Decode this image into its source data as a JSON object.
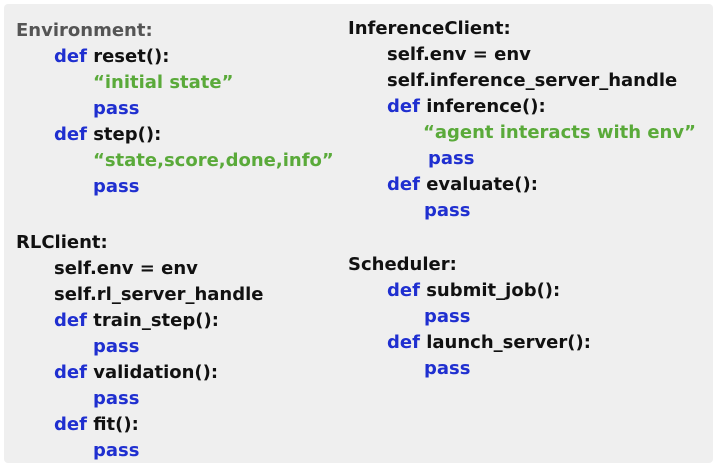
{
  "colors": {
    "keyword": "#1f2fd0",
    "string": "#5aaa3a",
    "text": "#111111",
    "title_gray": "#555555",
    "panel": "#efefef"
  },
  "environment": {
    "title": "Environment:",
    "def1": {
      "kw": "def",
      "sig": "reset():"
    },
    "str1": "“initial state”",
    "pass1": "pass",
    "def2": {
      "kw": "def",
      "sig": "step():"
    },
    "str2": "“state,score,done,info”",
    "pass2": "pass"
  },
  "rlclient": {
    "title": "RLClient:",
    "attr1": "self.env = env",
    "attr2": "self.rl_server_handle",
    "def1": {
      "kw": "def",
      "sig": "train_step():"
    },
    "pass1": "pass",
    "def2": {
      "kw": "def",
      "sig": "validation():"
    },
    "pass2": "pass",
    "def3": {
      "kw": "def",
      "sig": "fit():"
    },
    "pass3": "pass"
  },
  "inferenceclient": {
    "title": "InferenceClient:",
    "attr1": "self.env = env",
    "attr2": "self.inference_server_handle",
    "def1": {
      "kw": "def",
      "sig": "inference():"
    },
    "str1": "“agent interacts with env”",
    "pass1": "pass",
    "def2": {
      "kw": "def",
      "sig": "evaluate():"
    },
    "pass2": "pass"
  },
  "scheduler": {
    "title": "Scheduler:",
    "def1": {
      "kw": "def",
      "sig": "submit_job():"
    },
    "pass1": "pass",
    "def2": {
      "kw": "def",
      "sig": "launch_server():"
    },
    "pass2": "pass"
  }
}
